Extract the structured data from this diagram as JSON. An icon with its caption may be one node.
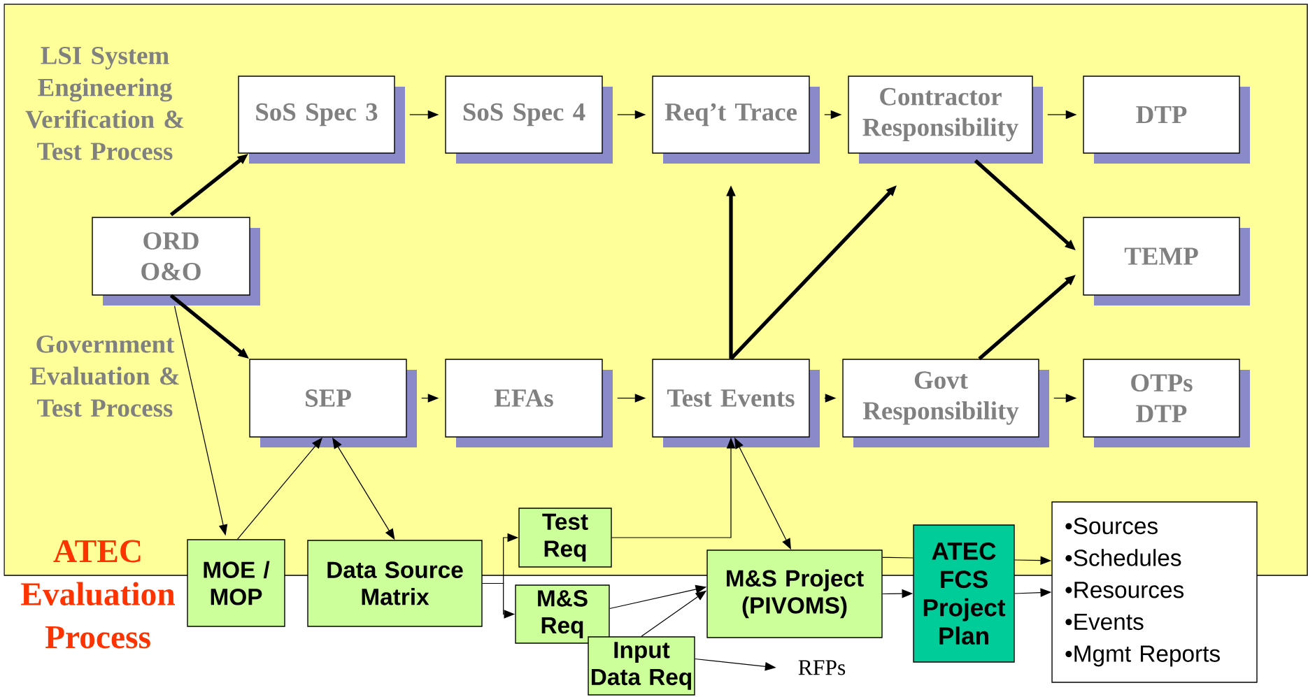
{
  "diagram": {
    "nodes": [
      {
        "text": [
          "SoS Spec 3"
        ]
      },
      {
        "text": [
          "SoS Spec 4"
        ]
      },
      {
        "text": [
          "Req’t Trace"
        ]
      },
      {
        "text": [
          "Contractor Responsibility"
        ]
      },
      {
        "text": [
          "DTP"
        ]
      },
      {
        "text": [
          "ORD",
          "O&O"
        ]
      },
      {
        "text": [
          "TEMP"
        ]
      },
      {
        "text": [
          "SEP"
        ]
      },
      {
        "text": [
          "EFAs"
        ]
      },
      {
        "text": [
          "Test Events"
        ]
      },
      {
        "text": [
          "Govt Responsibility"
        ]
      },
      {
        "text": [
          "OTPs",
          "DTP"
        ]
      },
      {
        "text": [
          "MOE / MOP"
        ]
      },
      {
        "text": [
          "Data Source Matrix"
        ]
      },
      {
        "text": [
          "Test Req"
        ]
      },
      {
        "text": [
          "M&S Req"
        ]
      },
      {
        "text": [
          "Input Data Req"
        ]
      },
      {
        "text": [
          "M&S Project (PIVOMS)"
        ]
      },
      {
        "text": [
          "ATEC FCS Project Plan"
        ]
      },
      {
        "text": [
          "•Sources",
          "•Schedules",
          "•Resources",
          "•Events",
          "•Mgmt Reports"
        ]
      },
      {
        "text": [
          "RFPs"
        ]
      }
    ],
    "edges": [
      {
        "from": 5,
        "to": 0,
        "arrow": "to",
        "style": "thick"
      },
      {
        "from": 5,
        "to": 7,
        "arrow": "to",
        "style": "thick"
      },
      {
        "from": 0,
        "to": 1,
        "arrow": "to"
      },
      {
        "from": 1,
        "to": 2,
        "arrow": "to"
      },
      {
        "from": 2,
        "to": 3,
        "arrow": "to"
      },
      {
        "from": 3,
        "to": 4,
        "arrow": "to"
      },
      {
        "from": 7,
        "to": 8,
        "arrow": "to"
      },
      {
        "from": 8,
        "to": 9,
        "arrow": "to"
      },
      {
        "from": 9,
        "to": 10,
        "arrow": "to"
      },
      {
        "from": 10,
        "to": 11,
        "arrow": "to"
      },
      {
        "from": 9,
        "to": 2,
        "arrow": "to",
        "style": "thick"
      },
      {
        "from": 9,
        "to": 3,
        "arrow": "to",
        "style": "thick"
      },
      {
        "from": 3,
        "to": 6,
        "arrow": "to",
        "style": "thick"
      },
      {
        "from": 10,
        "to": 6,
        "arrow": "to",
        "style": "thick"
      },
      {
        "from": 5,
        "to": 12,
        "arrow": "to"
      },
      {
        "from": 12,
        "to": 7,
        "arrow": "to"
      },
      {
        "from": 7,
        "to": 13,
        "arrow": "both"
      },
      {
        "from": 13,
        "to": 14,
        "arrow": "to"
      },
      {
        "from": 13,
        "to": 15,
        "arrow": "to"
      },
      {
        "from": 14,
        "to": 9,
        "arrow": "to"
      },
      {
        "from": 9,
        "to": 17,
        "arrow": "both"
      },
      {
        "from": 15,
        "to": 17,
        "arrow": "to"
      },
      {
        "from": 16,
        "to": 17,
        "arrow": "to"
      },
      {
        "from": 16,
        "to": 20,
        "arrow": "to"
      },
      {
        "from": 17,
        "to": 18,
        "arrow": "none"
      },
      {
        "from": 17,
        "to": 18,
        "arrow": "to"
      },
      {
        "from": 18,
        "to": 19,
        "arrow": "to"
      },
      {
        "from": 18,
        "to": 19,
        "arrow": "to"
      }
    ],
    "labels": [
      "LSI System Engineering Verification & Test Process",
      "Government Evaluation & Test Process",
      "ATEC Evaluation Process"
    ]
  }
}
